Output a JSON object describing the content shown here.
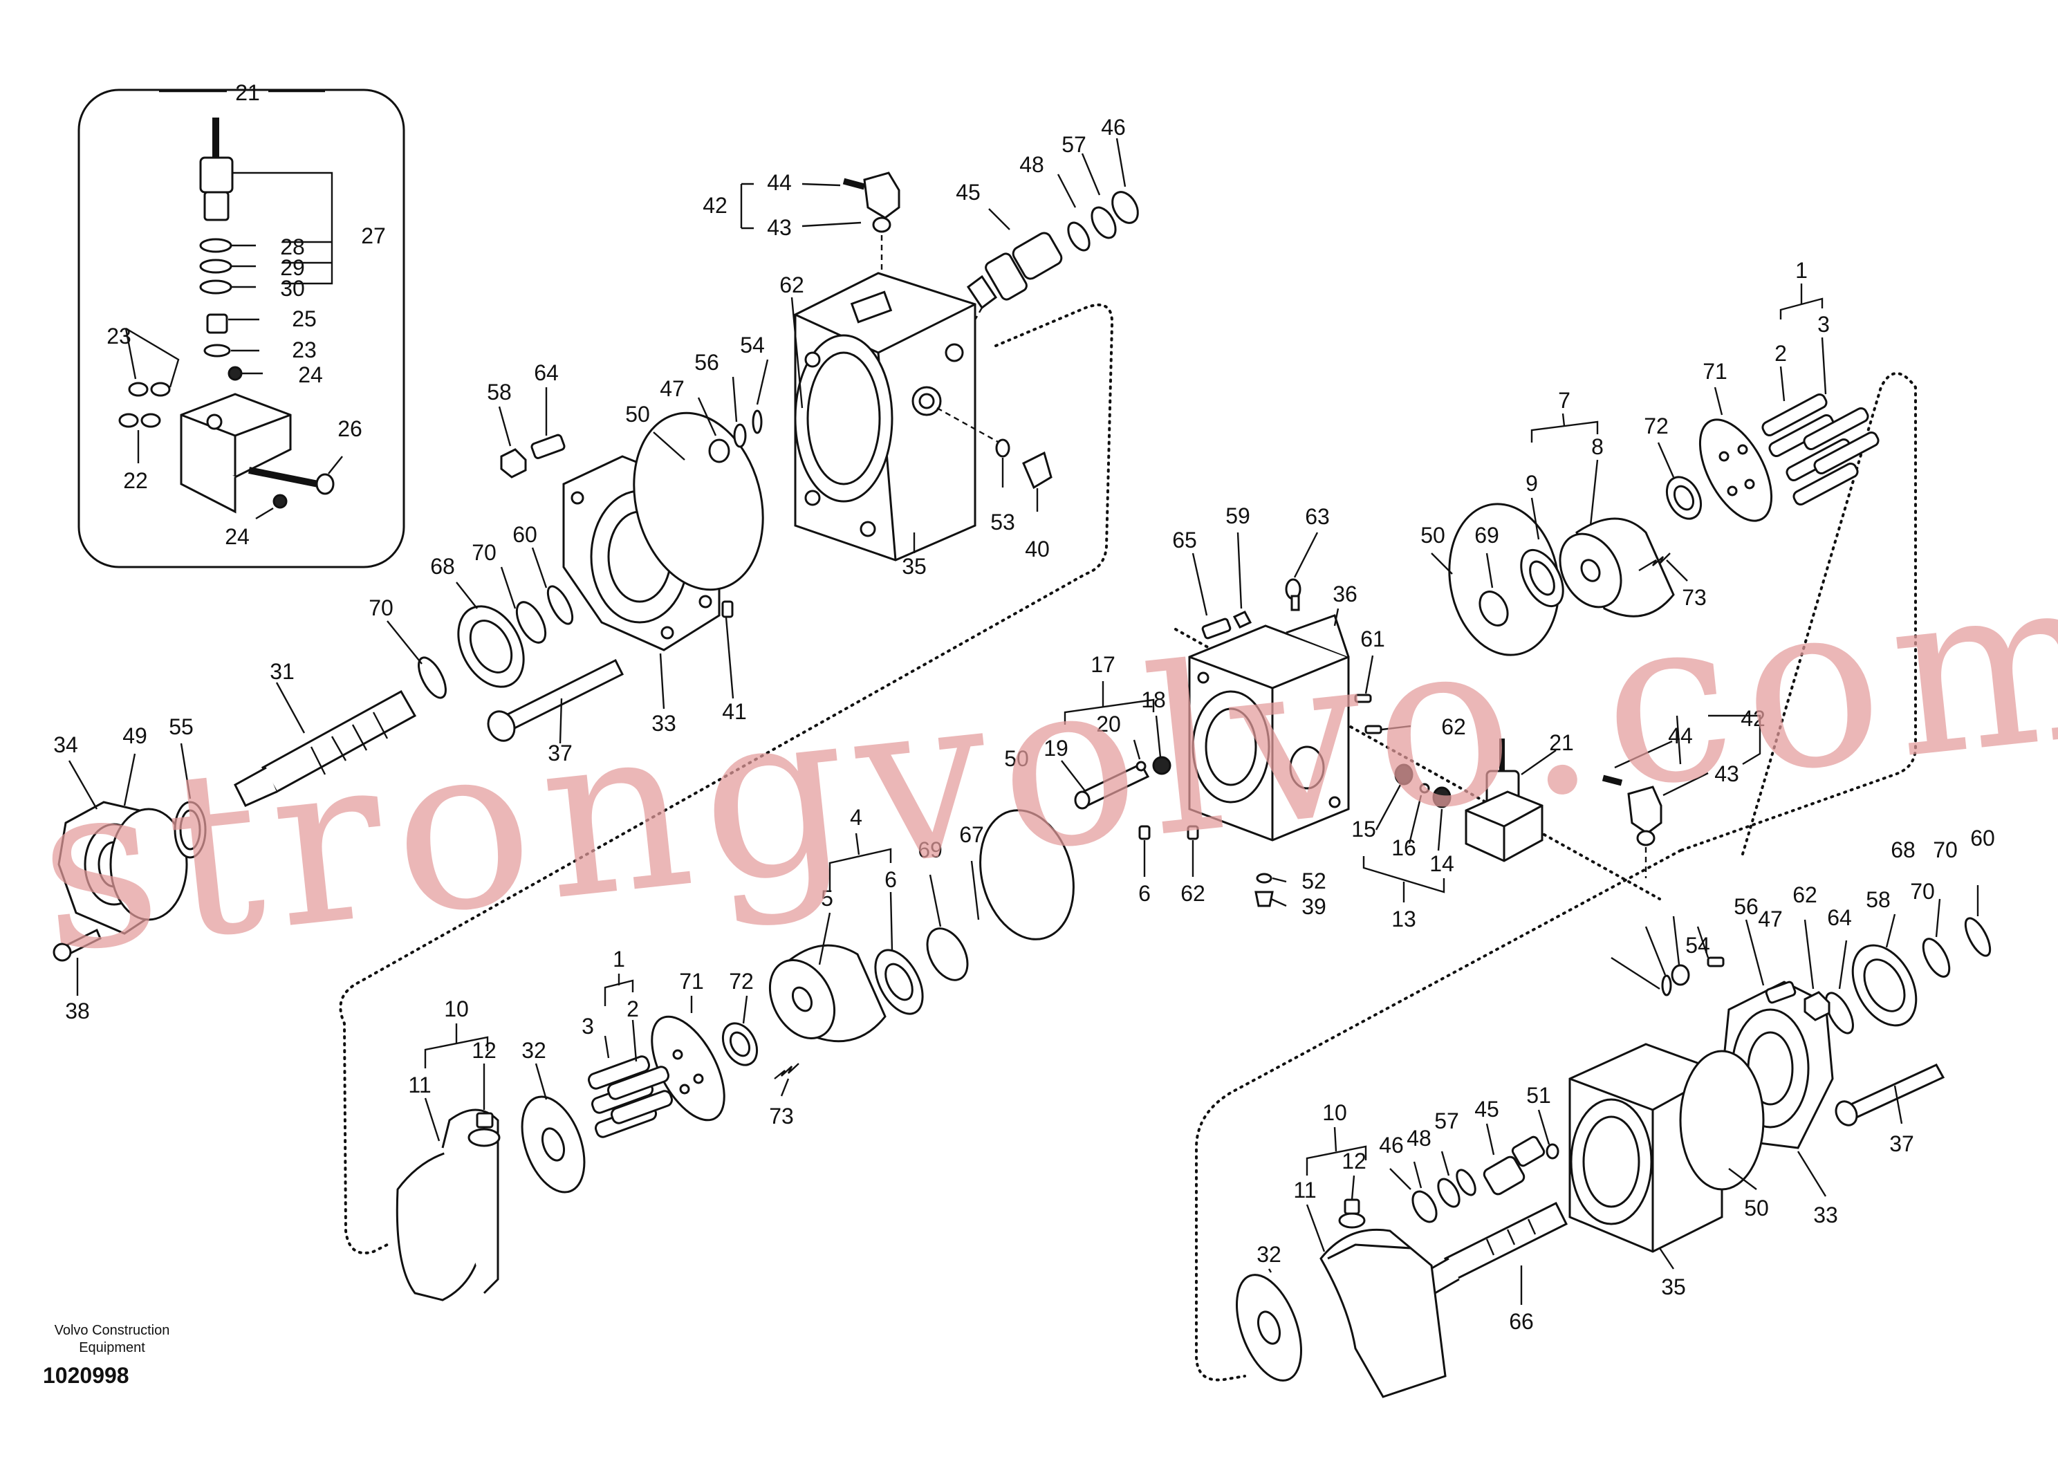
{
  "diagram": {
    "title": "",
    "labels": {
      "l1": "1",
      "l2": "2",
      "l3": "3",
      "l4": "4",
      "l5": "5",
      "l6": "6",
      "l7": "7",
      "l8": "8",
      "l9": "9",
      "l10": "10",
      "l11": "11",
      "l12": "12",
      "l13": "13",
      "l14": "14",
      "l15": "15",
      "l16": "16",
      "l17": "17",
      "l18": "18",
      "l19": "19",
      "l20": "20",
      "l21": "21",
      "l22": "22",
      "l23": "23",
      "l24": "24",
      "l25": "25",
      "l26": "26",
      "l27": "27",
      "l28": "28",
      "l29": "29",
      "l30": "30",
      "l31": "31",
      "l32": "32",
      "l33": "33",
      "l34": "34",
      "l35": "35",
      "l36": "36",
      "l37": "37",
      "l38": "38",
      "l39": "39",
      "l40": "40",
      "l41": "41",
      "l42": "42",
      "l43": "43",
      "l44": "44",
      "l45": "45",
      "l46": "46",
      "l47": "47",
      "l48": "48",
      "l49": "49",
      "l50": "50",
      "l51": "51",
      "l52": "52",
      "l53": "53",
      "l54": "54",
      "l55": "55",
      "l56": "56",
      "l57": "57",
      "l58": "58",
      "l59": "59",
      "l60": "60",
      "l61": "61",
      "l62": "62",
      "l63": "63",
      "l64": "64",
      "l65": "65",
      "l66": "66",
      "l67": "67",
      "l68": "68",
      "l69": "69",
      "l70": "70",
      "l71": "71",
      "l72": "72",
      "l73": "73"
    },
    "watermark": "strongvolvo.com",
    "footer": {
      "company_line1": "Volvo Construction",
      "company_line2": "Equipment",
      "drawing_number": "1020998"
    },
    "colors": {
      "ink": "#111111",
      "watermark": "#e39b9b",
      "background": "#ffffff"
    }
  }
}
